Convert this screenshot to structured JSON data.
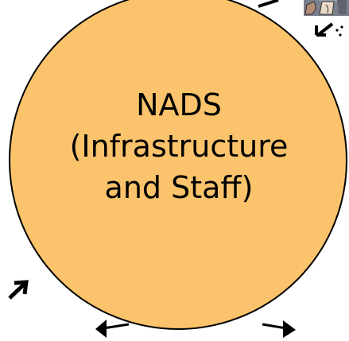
{
  "hub": {
    "title_lines": [
      "NADS",
      "(Infrastructure",
      "and Staff)"
    ],
    "fill_color": "#FBC36B",
    "stroke_color": "#000000"
  },
  "clipart": {
    "icon": "person-with-folder-icon"
  }
}
